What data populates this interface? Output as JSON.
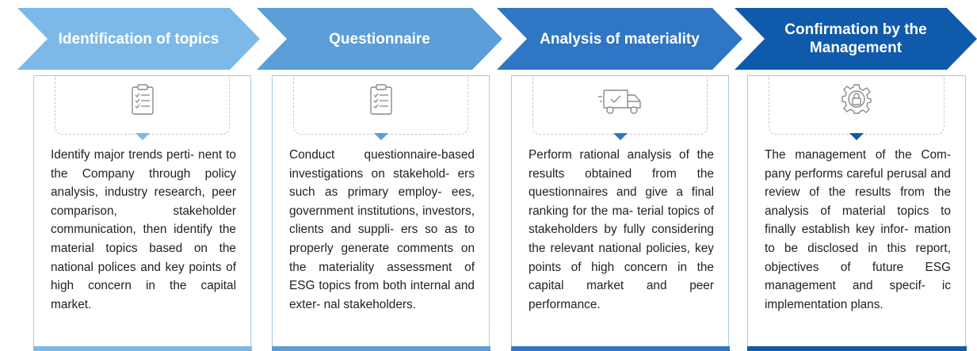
{
  "steps": [
    {
      "title": "Identification of topics",
      "color": "#7db9e8",
      "icon": "clipboard-checklist-icon",
      "description": "Identify major trends perti- nent to the Company through policy analysis, industry research, peer comparison, stakeholder communication, then identify the material topics based on the national polices and key points of high concern in the capital market."
    },
    {
      "title": "Questionnaire",
      "color": "#5b9ed8",
      "icon": "clipboard-checklist-icon",
      "description": "Conduct questionnaire-based investigations on stakehold- ers such as primary employ- ees, government institutions, investors, clients and suppli- ers so as to properly generate comments on the materiality assessment of ESG topics from both internal and exter- nal stakeholders."
    },
    {
      "title": "Analysis of materiality",
      "color": "#2f76c4",
      "icon": "delivery-truck-check-icon",
      "description": "Perform rational analysis of the results obtained from the questionnaires and give a final ranking for the ma- terial topics of stakeholders by fully considering the relevant national policies, key points of high concern in the capital market and peer performance."
    },
    {
      "title": "Confirmation by the Management",
      "color": "#0f5aab",
      "icon": "gear-lock-icon",
      "description": "The management of the Com- pany performs careful perusal and review of the results from the analysis of material topics to finally establish key infor- mation to be disclosed in this report, objectives of future ESG management and specif- ic implementation plans."
    }
  ]
}
